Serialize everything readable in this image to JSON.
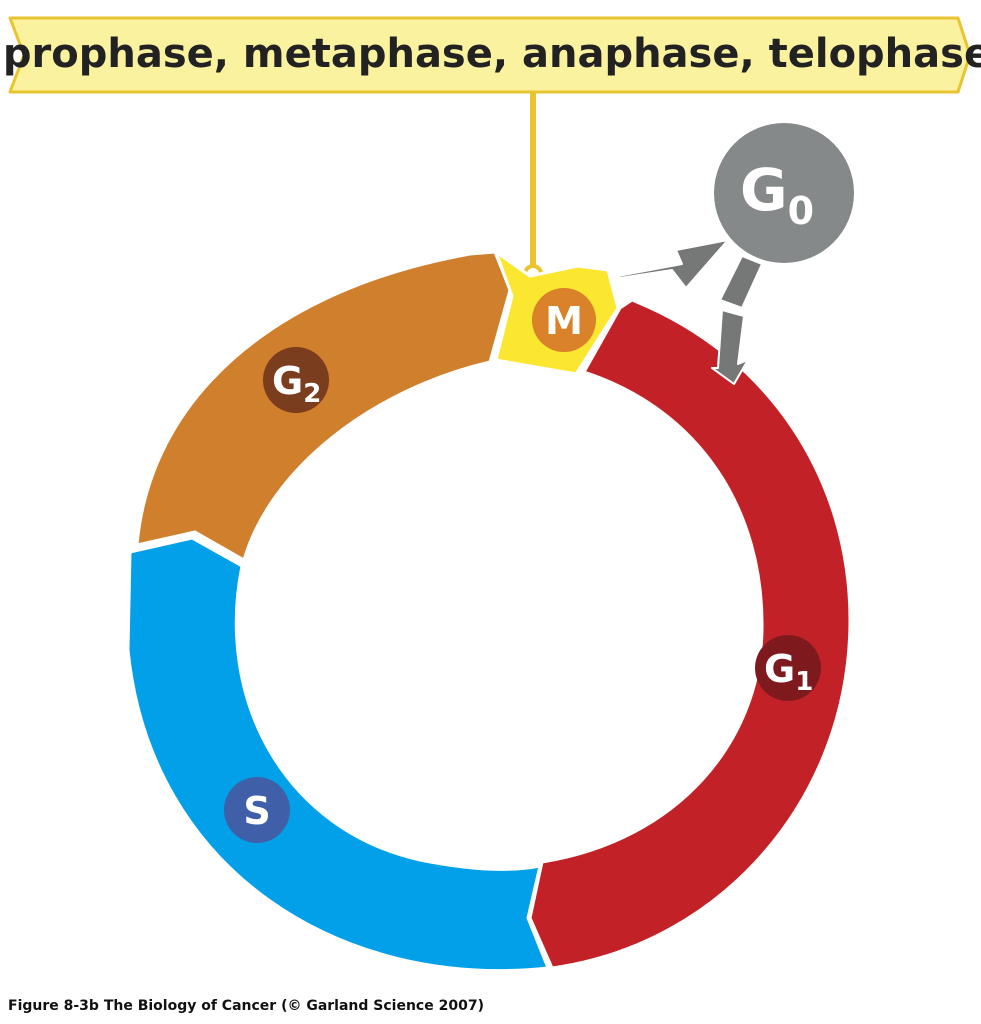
{
  "banner": {
    "text": "prophase, metaphase, anaphase, telophase"
  },
  "phases": {
    "m": {
      "label": "M",
      "sub": ""
    },
    "g2": {
      "label": "G",
      "sub": "2"
    },
    "s": {
      "label": "S",
      "sub": ""
    },
    "g1": {
      "label": "G",
      "sub": "1"
    },
    "g0": {
      "label": "G",
      "sub": "0"
    }
  },
  "caption": {
    "text": "Figure 8-3b  The Biology of Cancer (© Garland Science 2007)"
  },
  "colors": {
    "banner_fill": "#FBF2A0",
    "banner_stroke": "#E9C431",
    "m_fill": "#FBE630",
    "m_badge": "#D9822A",
    "g2_fill": "#D07F2C",
    "g2_badge": "#7A3D1E",
    "s_fill": "#03A0EA",
    "s_badge": "#3F5FA8",
    "g1_fill": "#C22227",
    "g1_badge": "#7E1A1E",
    "g0_fill": "#86898A",
    "arrow_fill": "#767878"
  }
}
